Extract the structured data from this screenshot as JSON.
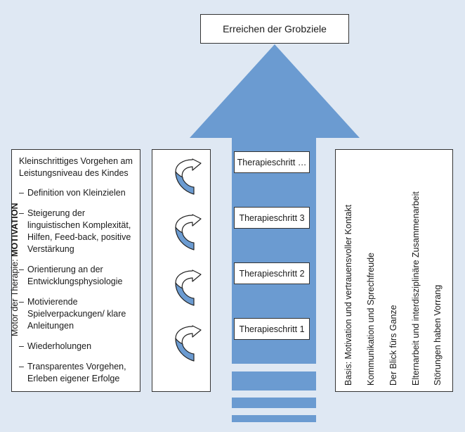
{
  "goal": "Erreichen der Grobziele",
  "steps": [
    "Therapieschritt …",
    "Therapieschritt 3",
    "Therapieschritt 2",
    "Therapieschritt 1"
  ],
  "left_box": {
    "heading": "Kleinschrittiges Vorgehen am Leistungsniveau des Kindes",
    "items": [
      "Definition von Kleinzielen",
      "Steigerung der linguistischen Komplexität, Hilfen, Feed-back, positive Verstärkung",
      "Orientierung an der Entwicklungsphysiologie",
      "Motivierende Spielverpackungen/ klare Anleitungen",
      "Wiederholungen",
      "Transparentes Vorgehen, Erleben eigener Erfolge"
    ]
  },
  "motor": {
    "label_prefix": "Motor der Therapie: ",
    "label_emphasis": "MOTIVATION"
  },
  "right_box": {
    "lines": [
      "Basis: Motivation und vertrauensvoller Kontakt",
      "Kommunikation und Sprechfreude",
      "Der Blick fürs Ganze",
      "Elternarbeit und interdisziplinäre Zusammenarbeit",
      "Störungen haben Vorrang"
    ]
  },
  "colors": {
    "background": "#dfe8f3",
    "arrow": "#6b9bd1",
    "curl": "#6b9bd1"
  }
}
